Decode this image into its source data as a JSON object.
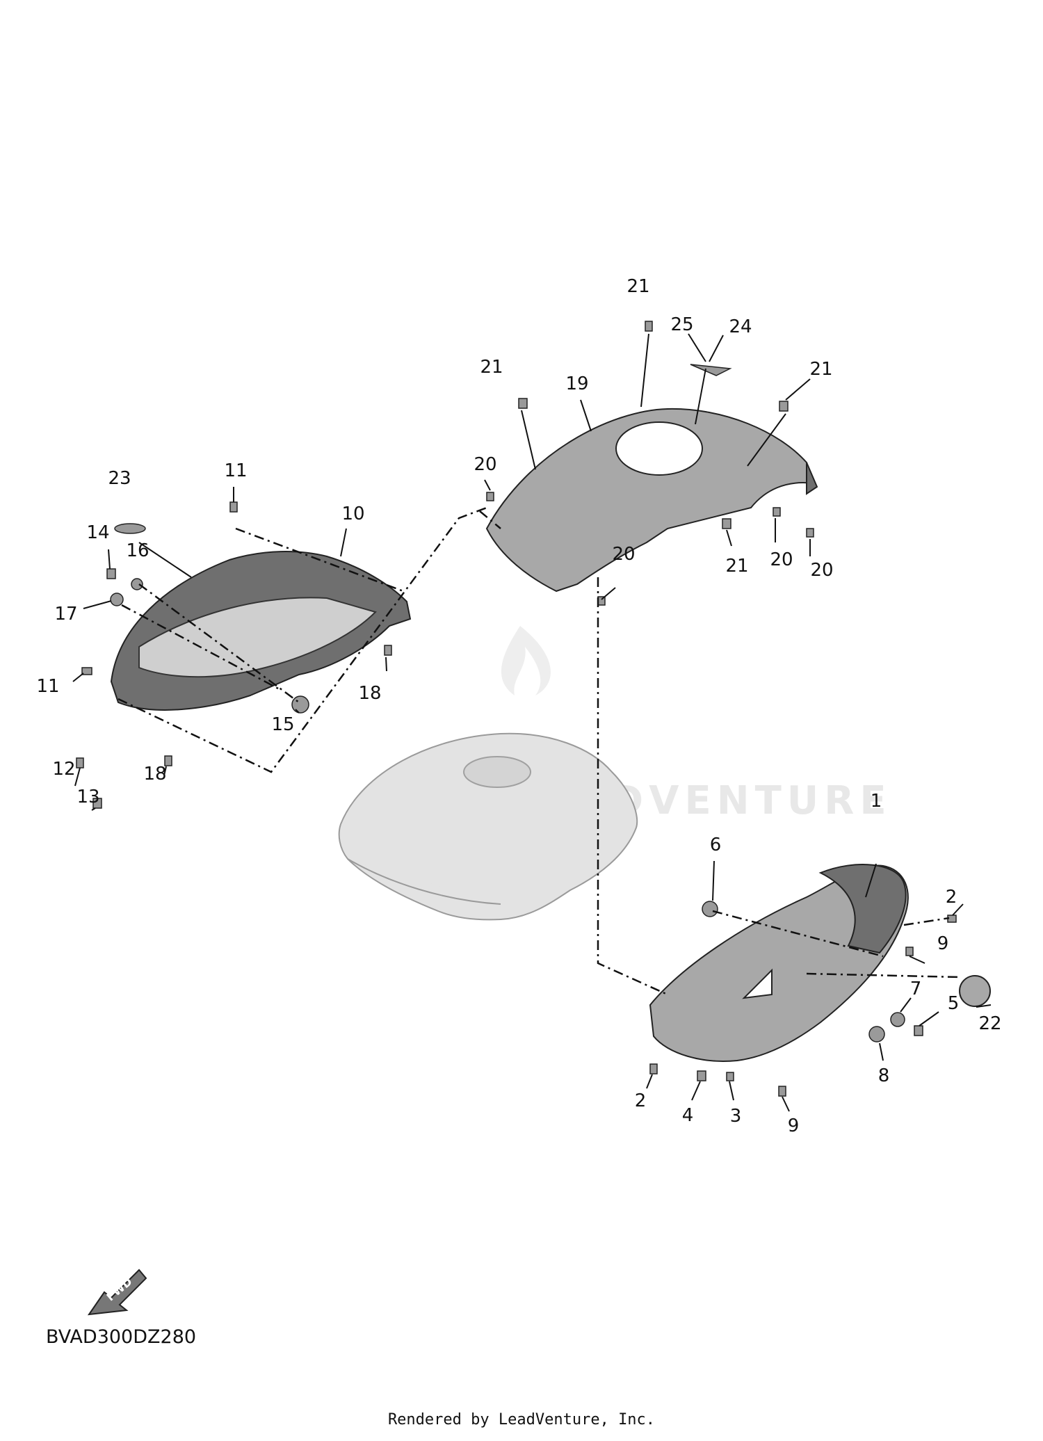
{
  "diagram": {
    "code": "BVAD300DZ280",
    "credit": "Rendered by LeadVenture, Inc.",
    "watermark": "LEADVENTURE",
    "fwd_label": "FWD",
    "callouts": {
      "c1": "1",
      "c2a": "2",
      "c2b": "2",
      "c3": "3",
      "c4": "4",
      "c5": "5",
      "c6": "6",
      "c7": "7",
      "c8": "8",
      "c9a": "9",
      "c9b": "9",
      "c10": "10",
      "c11a": "11",
      "c11b": "11",
      "c12": "12",
      "c13": "13",
      "c14": "14",
      "c15": "15",
      "c16": "16",
      "c17": "17",
      "c18a": "18",
      "c18b": "18",
      "c19": "19",
      "c20a": "20",
      "c20b": "20",
      "c20c": "20",
      "c20d": "20",
      "c21a": "21",
      "c21b": "21",
      "c21c": "21",
      "c21d": "21",
      "c22": "22",
      "c23": "23",
      "c24": "24",
      "c25": "25"
    }
  }
}
